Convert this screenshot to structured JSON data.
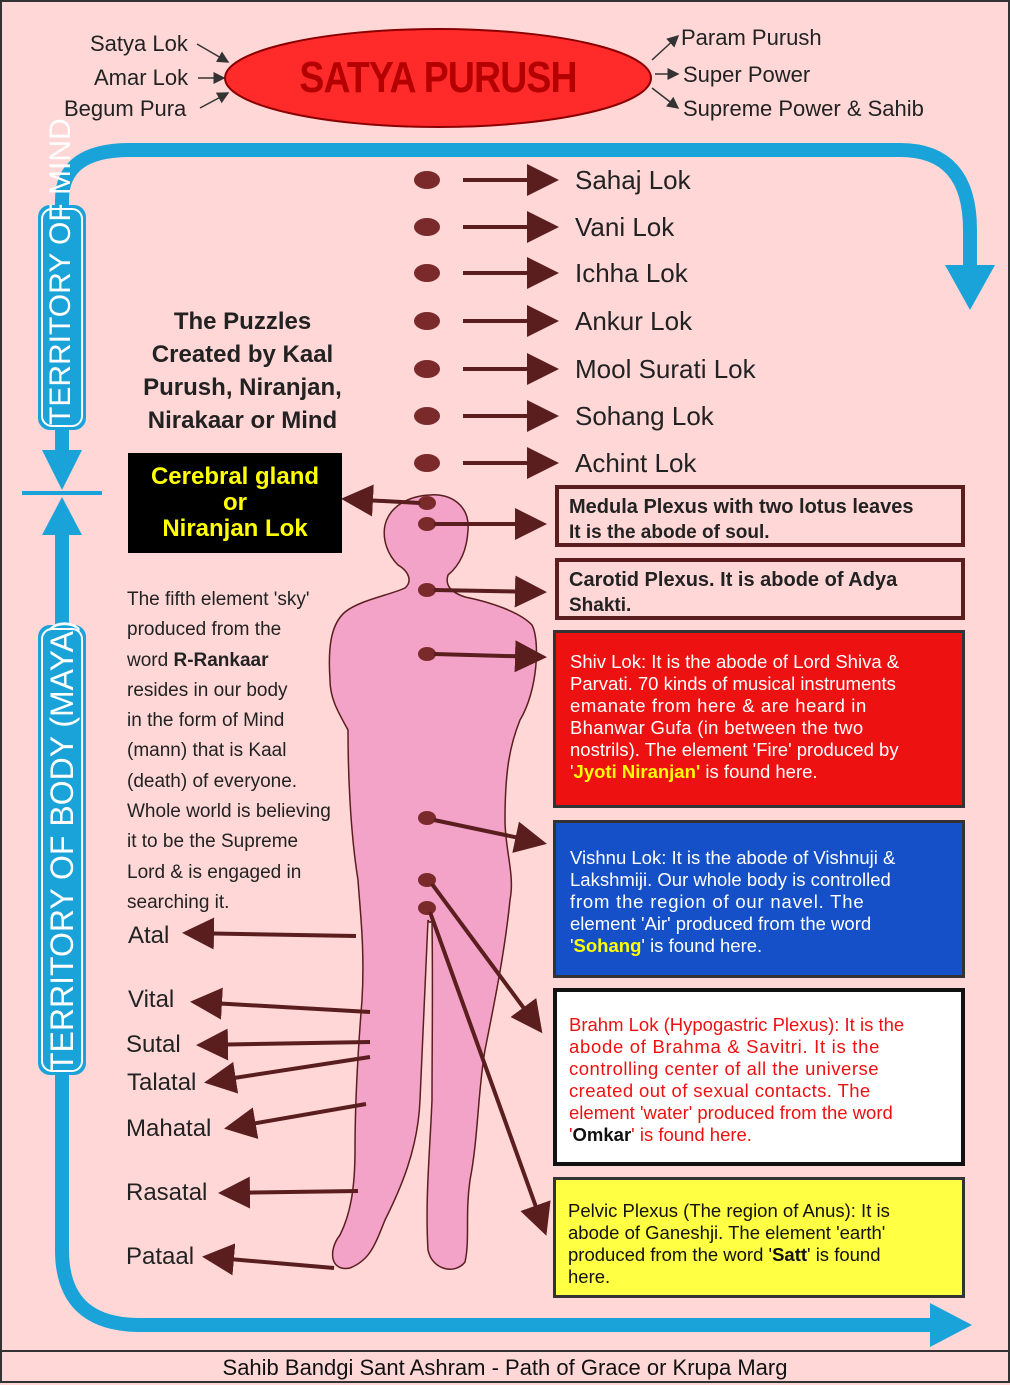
{
  "title": "SATYA PURUSH",
  "left_names": [
    "Satya Lok",
    "Amar Lok",
    "Begum Pura"
  ],
  "right_names": [
    "Param Purush",
    "Super Power",
    "Supreme Power & Sahib"
  ],
  "territory_mind": "TERRITORY OF MIND",
  "territory_body": "TERRITORY OF BODY (MAYA)",
  "loks": [
    "Sahaj Lok",
    "Vani Lok",
    "Ichha Lok",
    "Ankur Lok",
    "Mool Surati Lok",
    "Sohang Lok",
    "Achint Lok"
  ],
  "puzzle": [
    "The Puzzles",
    "Created by Kaal",
    "Purush, Niranjan,",
    "Nirakaar or Mind"
  ],
  "cerebral": [
    "Cerebral gland",
    "or",
    "Niranjan Lok"
  ],
  "paragraph": {
    "line1": "The fifth element 'sky'",
    "line2": "produced from the",
    "line3a": "word ",
    "line3b": "R-Rankaar",
    "line4": "resides in our body",
    "line5": "in the form of Mind",
    "line6": "(mann) that is Kaal",
    "line7": "(death) of everyone.",
    "line8": "Whole world is believing",
    "line9": "it to be the Supreme",
    "line10": "Lord & is engaged in",
    "line11": "searching it."
  },
  "realms": [
    "Atal",
    "Vital",
    "Sutal",
    "Talatal",
    "Mahatal",
    "Rasatal",
    "Pataal"
  ],
  "boxes": {
    "medula": {
      "line1": "Medula Plexus with two lotus leaves",
      "line2": "It is the abode of soul."
    },
    "carotid": {
      "line1": "Carotid Plexus. It is abode of Adya",
      "line2": "Shakti."
    },
    "shiv": {
      "lines": [
        "Shiv Lok: It is the abode of Lord Shiva &",
        "Parvati. 70 kinds of musical instruments",
        "emanate from here & are heard in",
        "Bhanwar Gufa (in between the two",
        "nostrils). The element 'Fire' produced by"
      ],
      "pre": "'",
      "hl": "Jyoti Niranjan'",
      "post": " is found here."
    },
    "vishnu": {
      "lines": [
        "Vishnu Lok: It is the abode of Vishnuji &",
        "Lakshmiji. Our whole body is controlled",
        "from the region of our navel. The",
        "element 'Air' produced from the word"
      ],
      "pre": "'",
      "hl": "Sohang",
      "post": "' is found here."
    },
    "brahm": {
      "lines": [
        "Brahm Lok (Hypogastric Plexus): It is the",
        "abode of Brahma & Savitri. It is the",
        "controlling center of all the universe",
        "created out of sexual contacts. The",
        "element 'water' produced from the word"
      ],
      "pre": "'",
      "hl": "Omkar",
      "post": "' is found here."
    },
    "pelvic": {
      "lines": [
        "Pelvic Plexus (The region of Anus): It is",
        "abode of Ganeshji. The element 'earth'"
      ],
      "l3pre": "produced from the word '",
      "hl": "Satt",
      "l3post": "' is found",
      "l4": "here."
    }
  },
  "footer": "Sahib Bandgi Sant Ashram - Path of Grace or Krupa Marg",
  "colors": {
    "background": "#ffd7d7",
    "body": "#f4a3c8",
    "arrow_blue": "#1aa3d8",
    "dot": "#7a2a2a",
    "ellipse": "#ff2a2a"
  }
}
